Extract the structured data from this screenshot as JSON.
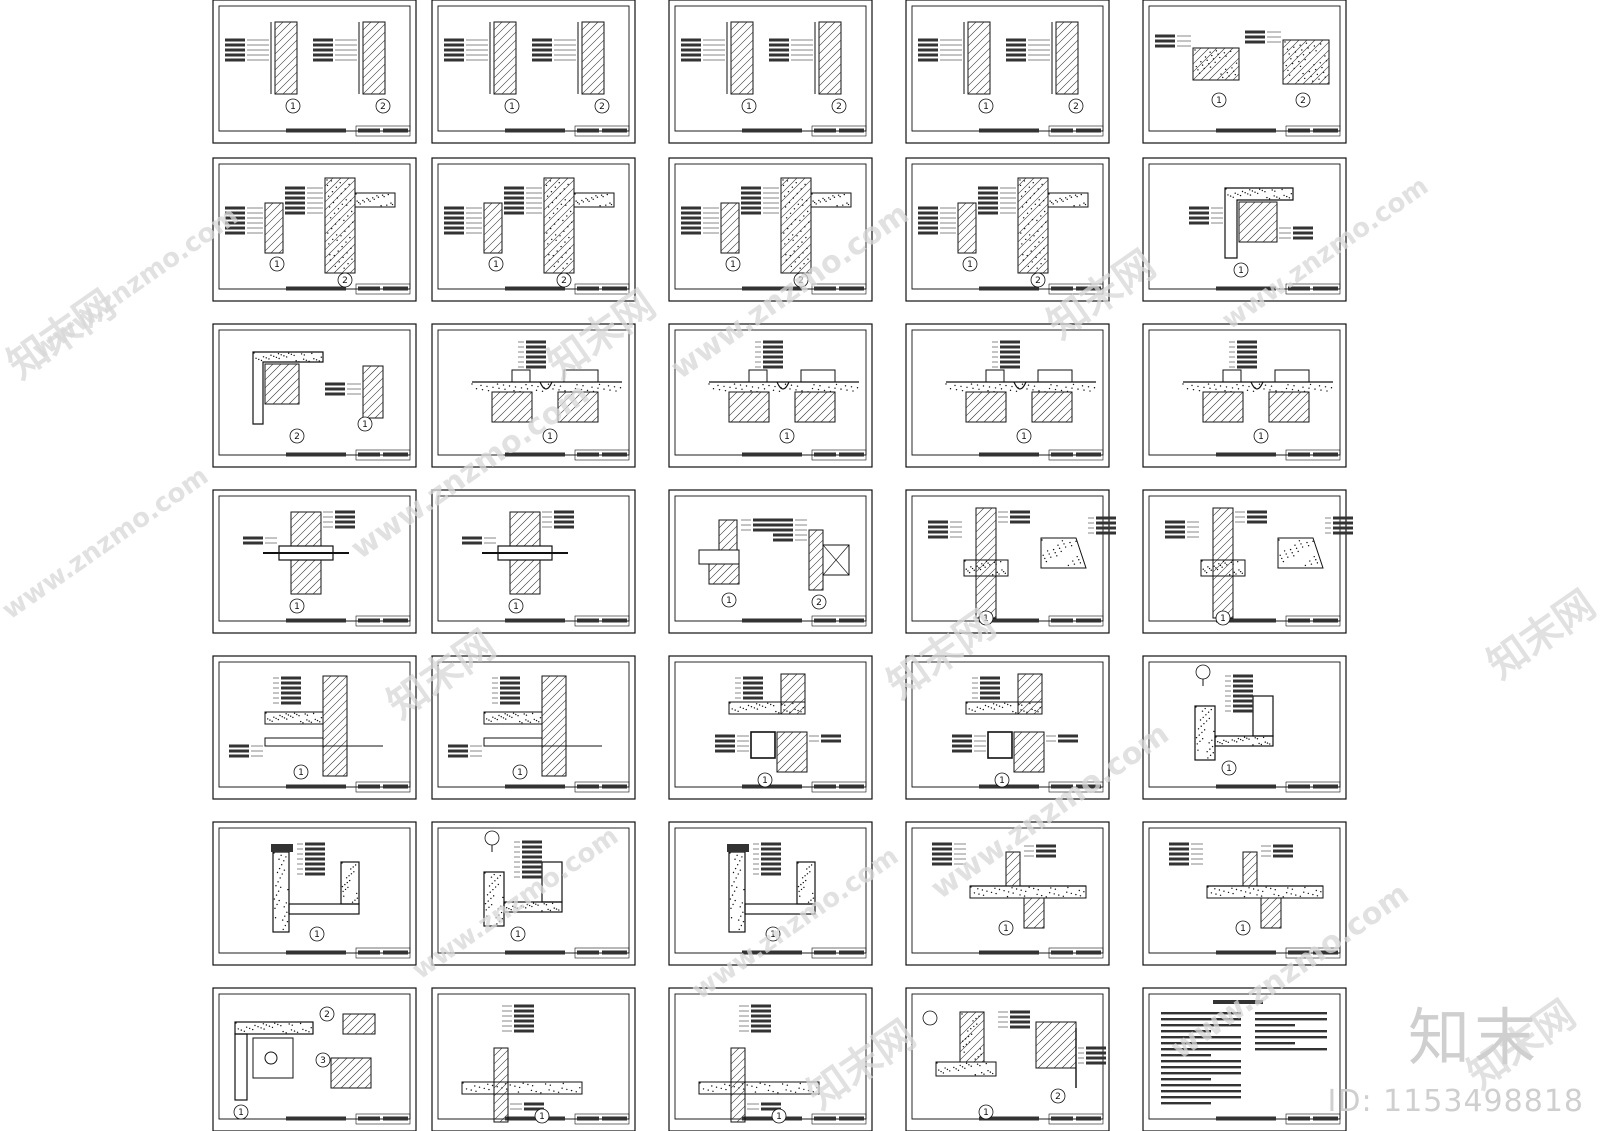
{
  "colors": {
    "ink": "#111111",
    "hatch": "#333333",
    "watermark": "#d8d8d8",
    "logo": "#cfcfcf"
  },
  "watermark": {
    "site": "www.znzmo.com",
    "brand": "知末网"
  },
  "brand": {
    "logo": "知末",
    "id_text": "ID: 1153498818"
  },
  "grid": {
    "rows": 7,
    "cols": 5
  },
  "sheets": [
    {
      "type": "wall",
      "labels": [
        "1",
        "2"
      ]
    },
    {
      "type": "wall",
      "labels": [
        "1",
        "2"
      ]
    },
    {
      "type": "wall",
      "labels": [
        "1",
        "2"
      ]
    },
    {
      "type": "wall",
      "labels": [
        "1",
        "2"
      ]
    },
    {
      "type": "parapet",
      "labels": [
        "1",
        "2"
      ]
    },
    {
      "type": "wallslab",
      "labels": [
        "1",
        "2"
      ]
    },
    {
      "type": "wallslab",
      "labels": [
        "1",
        "2"
      ]
    },
    {
      "type": "wallslab",
      "labels": [
        "1",
        "2"
      ]
    },
    {
      "type": "wallslab",
      "labels": [
        "1",
        "2"
      ]
    },
    {
      "type": "corner",
      "labels": [
        "1"
      ]
    },
    {
      "type": "corner2",
      "labels": [
        "2",
        "1"
      ]
    },
    {
      "type": "roof",
      "labels": [
        "1"
      ]
    },
    {
      "type": "roof",
      "labels": [
        "1"
      ]
    },
    {
      "type": "roof",
      "labels": [
        "1"
      ]
    },
    {
      "type": "roof",
      "labels": [
        "1"
      ]
    },
    {
      "type": "pipe",
      "labels": [
        "1"
      ]
    },
    {
      "type": "pipe",
      "labels": [
        "1"
      ]
    },
    {
      "type": "window",
      "labels": [
        "1",
        "2"
      ]
    },
    {
      "type": "section",
      "labels": [
        "1"
      ]
    },
    {
      "type": "section",
      "labels": [
        "1"
      ]
    },
    {
      "type": "balcony",
      "labels": [
        "1"
      ]
    },
    {
      "type": "balcony",
      "labels": [
        "1"
      ]
    },
    {
      "type": "eave",
      "labels": [
        "1"
      ]
    },
    {
      "type": "eave",
      "labels": [
        "1"
      ]
    },
    {
      "type": "ubeam",
      "labels": [
        "1"
      ]
    },
    {
      "type": "ugutter",
      "labels": [
        "1"
      ]
    },
    {
      "type": "ubeam",
      "labels": [
        "1"
      ]
    },
    {
      "type": "ugutter",
      "labels": [
        "1"
      ]
    },
    {
      "type": "floor",
      "labels": [
        "1"
      ]
    },
    {
      "type": "floor",
      "labels": [
        "1"
      ]
    },
    {
      "type": "detail",
      "labels": [
        "1",
        "2",
        "3"
      ]
    },
    {
      "type": "step",
      "labels": [
        "1"
      ]
    },
    {
      "type": "step",
      "labels": [
        "1"
      ]
    },
    {
      "type": "complex",
      "labels": [
        "1",
        "2"
      ]
    },
    {
      "type": "notes",
      "labels": []
    }
  ]
}
